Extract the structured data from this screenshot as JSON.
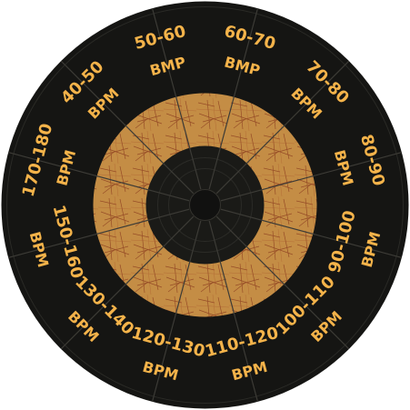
{
  "colors": {
    "record": "#151513",
    "label_paper": "#c8934a",
    "label_scratch": "#8a3a1c",
    "text": "#f4b34a",
    "divider": "#3c3b36"
  },
  "segments": [
    {
      "range": "60-70",
      "unit": "BMP"
    },
    {
      "range": "70-80",
      "unit": "BPM"
    },
    {
      "range": "80-90",
      "unit": "BPM"
    },
    {
      "range": "90-100",
      "unit": "BPM"
    },
    {
      "range": "100-110",
      "unit": "BPM"
    },
    {
      "range": "110-120",
      "unit": "BPM"
    },
    {
      "range": "120-130",
      "unit": "BPM"
    },
    {
      "range": "130-140",
      "unit": "BPM"
    },
    {
      "range": "150-160",
      "unit": "BPM"
    },
    {
      "range": "170-180",
      "unit": "BPM"
    },
    {
      "range": "40-50",
      "unit": "BPM"
    },
    {
      "range": "50-60",
      "unit": "BMP"
    }
  ]
}
